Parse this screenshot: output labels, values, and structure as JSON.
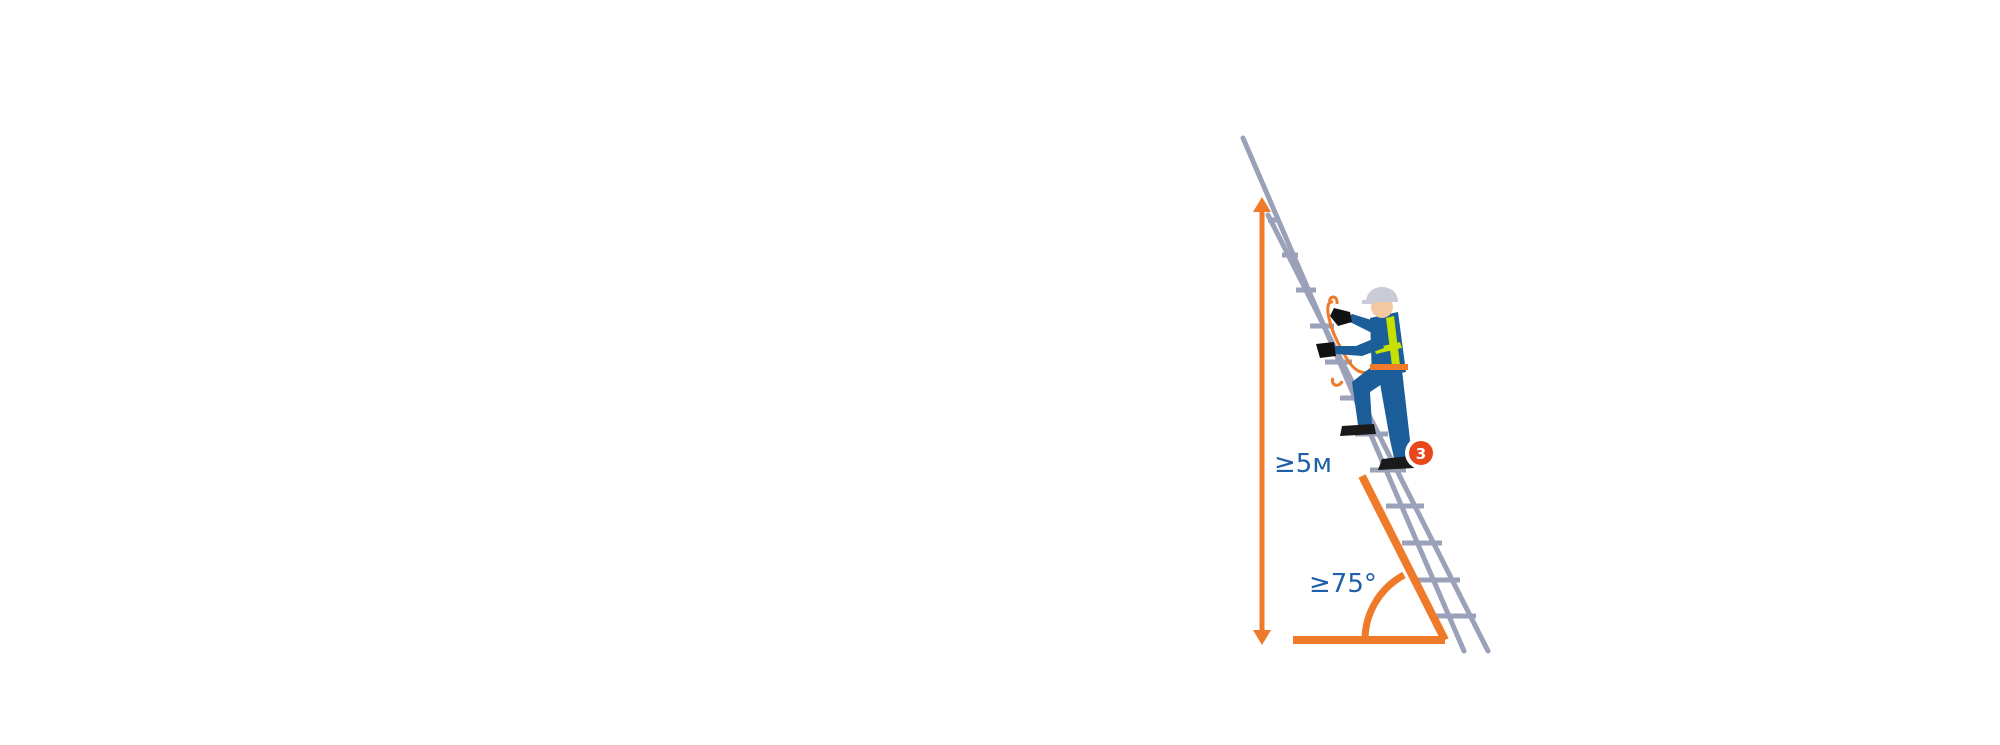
{
  "diagram": {
    "height_label": "≥5м",
    "angle_label": "≥75°",
    "marker_number": "3"
  },
  "colors": {
    "accent": "#ee7a2a",
    "ladder": "#9aa1b8",
    "label": "#1f5fa8",
    "badge": "#e8481c",
    "suit": "#1c5e9a",
    "vest": "#c8e000",
    "helmet": "#c9ccd6"
  }
}
